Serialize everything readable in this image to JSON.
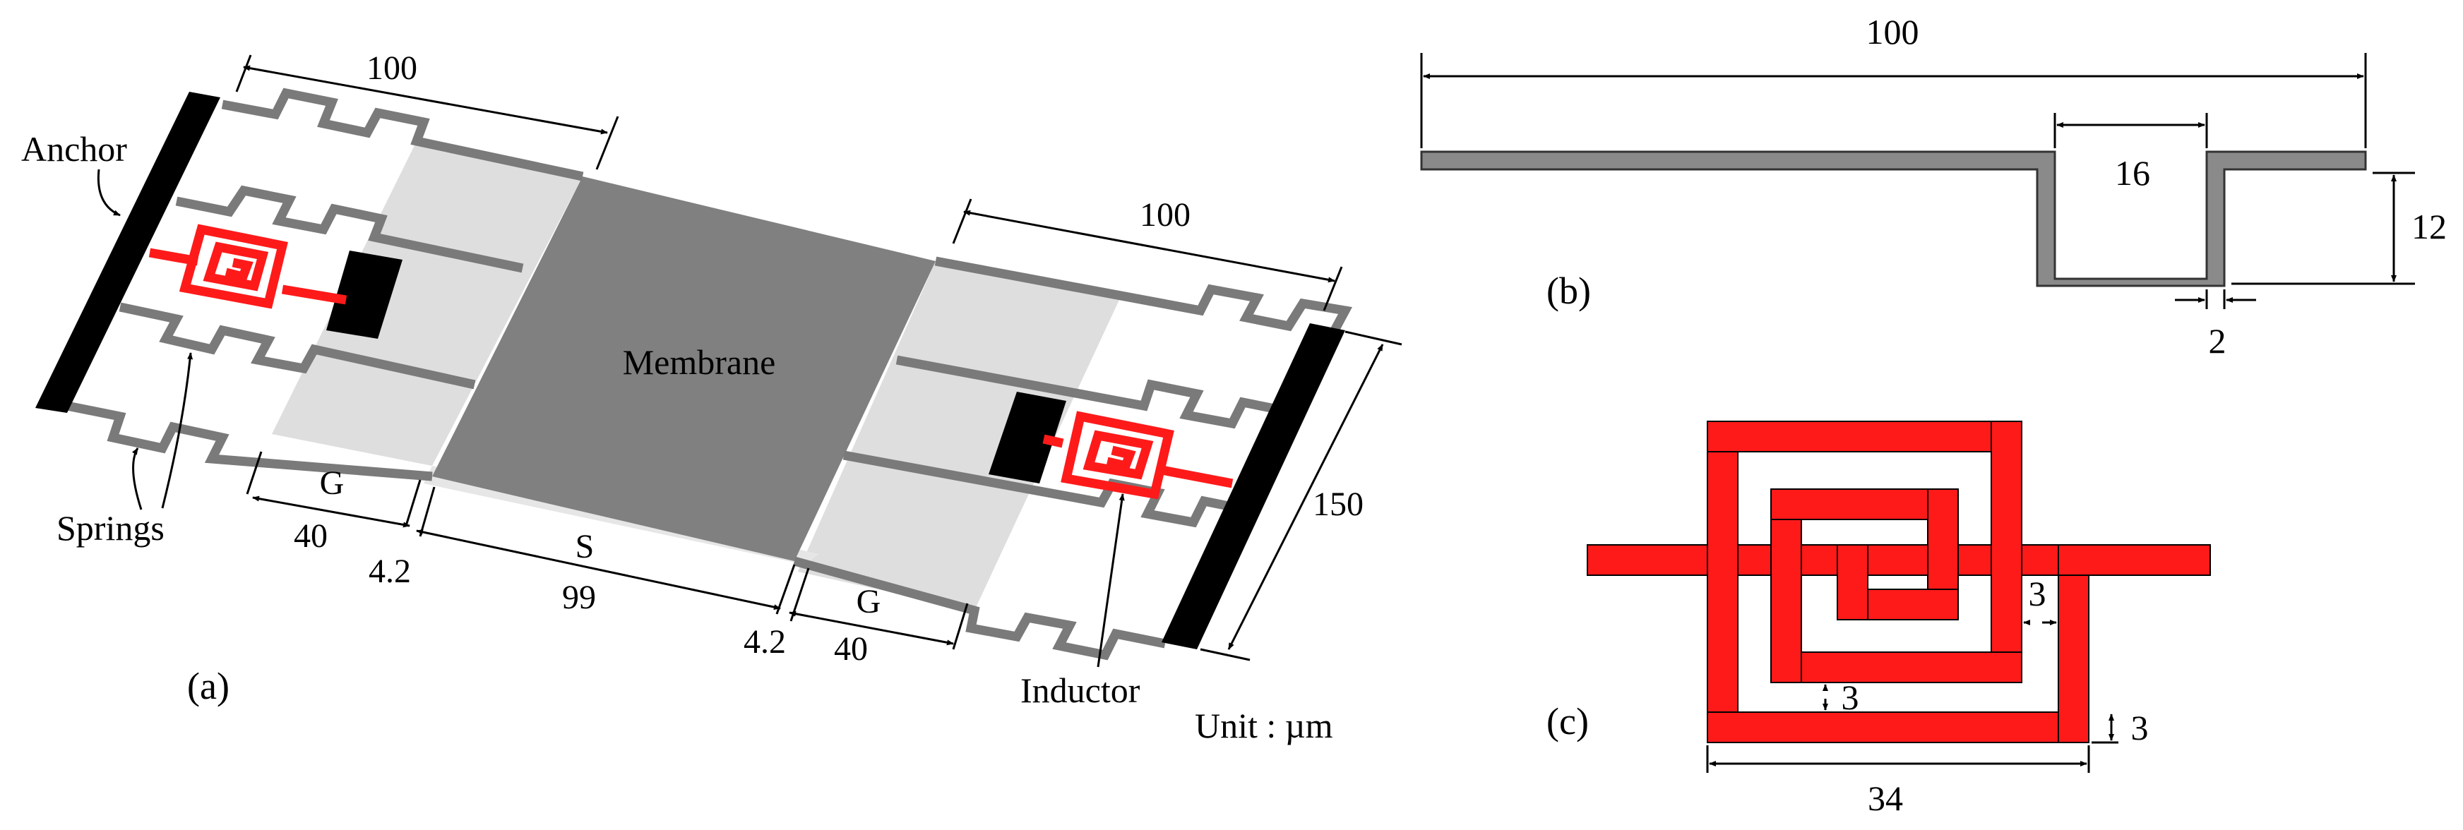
{
  "colors": {
    "membrane": "#808080",
    "gap": "#dedede",
    "spring": "#7a7a7a",
    "anchor": "#000000",
    "inductor": "#ff1a1a",
    "dimension": "#000000",
    "background": "#ffffff"
  },
  "panel_a": {
    "caption": "(a)",
    "membrane_label": "Membrane",
    "anchor_label": "Anchor",
    "springs_label": "Springs",
    "inductor_label": "Inductor",
    "unit_label": "Unit : µm",
    "dims": {
      "top_left_length": "100",
      "top_right_length": "100",
      "width": "150",
      "g_left_label": "G",
      "g_left_value": "40",
      "gap_left": "4.2",
      "s_label": "S",
      "s_value": "99",
      "gap_right": "4.2",
      "g_right_label": "G",
      "g_right_value": "40"
    }
  },
  "panel_b": {
    "caption": "(b)",
    "dims": {
      "length": "100",
      "dip_width": "16",
      "dip_depth": "12",
      "thickness": "2"
    }
  },
  "panel_c": {
    "caption": "(c)",
    "dims": {
      "gap_right": "3",
      "gap_bottom": "3",
      "line_width": "3",
      "outer_width": "34"
    }
  }
}
